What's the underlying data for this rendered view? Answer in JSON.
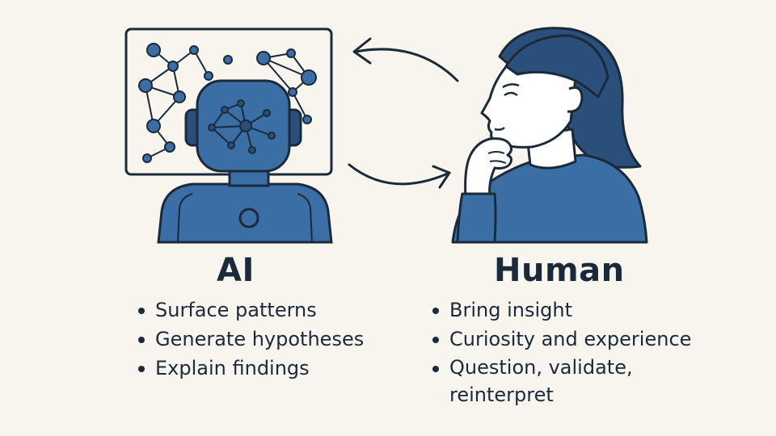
{
  "ai": {
    "heading": "AI",
    "items": [
      "Surface patterns",
      "Generate hypotheses",
      "Explain findings"
    ]
  },
  "human": {
    "heading": "Human",
    "items": [
      "Bring insight",
      "Curiosity and experience",
      "Question, validate, reinterpret"
    ]
  },
  "colors": {
    "background": "#f8f5ee",
    "primary_blue": "#3b6ea5",
    "dark_blue": "#2a4f7a",
    "outline": "#1b2a3a",
    "skin": "#ffffff"
  },
  "icons": [
    "robot-icon",
    "network-graph-icon",
    "woman-thinking-icon",
    "curved-arrow-icon"
  ]
}
